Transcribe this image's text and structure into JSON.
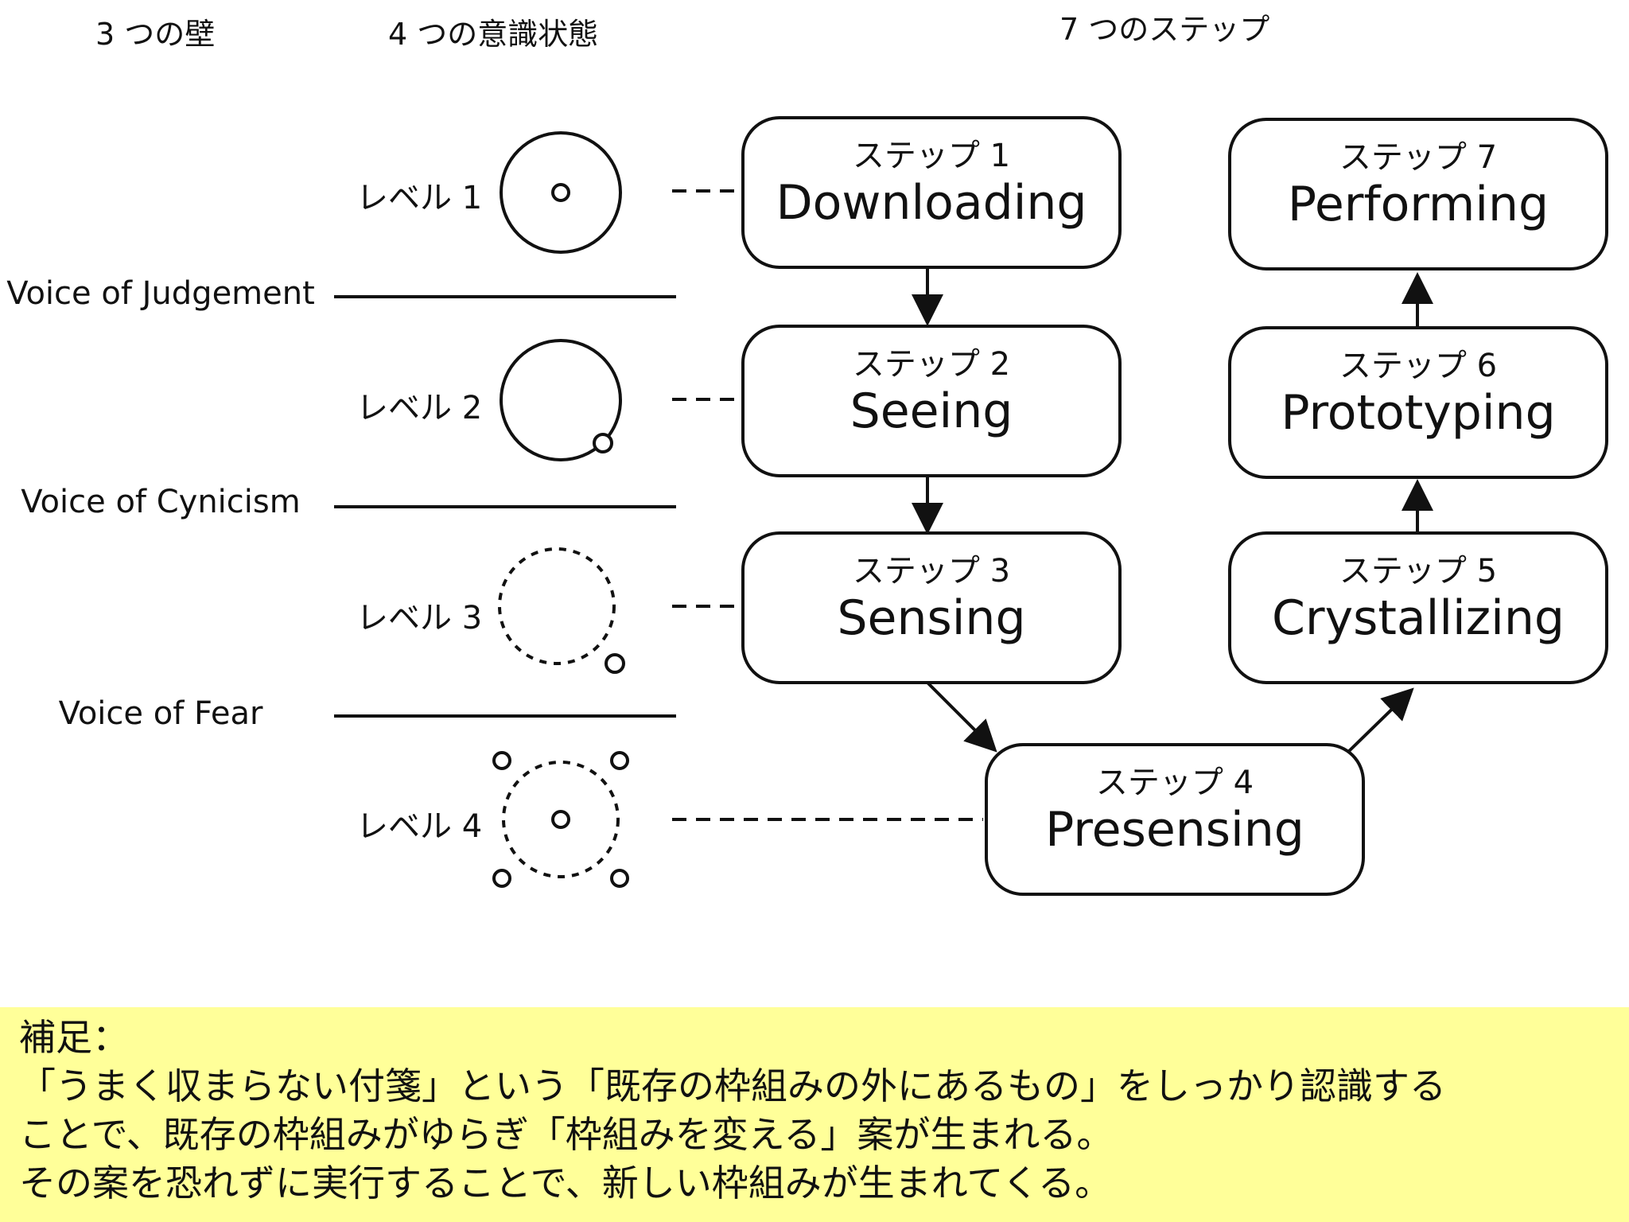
{
  "headers": {
    "walls": "3 つの壁",
    "states": "4 つの意識状態",
    "steps": "7 つのステップ"
  },
  "levels": [
    "レベル 1",
    "レベル 2",
    "レベル 3",
    "レベル 4"
  ],
  "voices": [
    "Voice of Judgement",
    "Voice of Cynicism",
    "Voice of Fear"
  ],
  "steps": [
    {
      "step": "ステップ 1",
      "name": "Downloading"
    },
    {
      "step": "ステップ 2",
      "name": "Seeing"
    },
    {
      "step": "ステップ 3",
      "name": "Sensing"
    },
    {
      "step": "ステップ 4",
      "name": "Presensing"
    },
    {
      "step": "ステップ 5",
      "name": "Crystallizing"
    },
    {
      "step": "ステップ 6",
      "name": "Prototyping"
    },
    {
      "step": "ステップ 7",
      "name": "Performing"
    }
  ],
  "note": {
    "title": "補足：",
    "lines": [
      "「うまく収まらない付箋」という「既存の枠組みの外にあるもの」をしっかり認識する",
      "ことで、既存の枠組みがゆらぎ「枠組みを変える」案が生まれる。",
      "その案を恐れずに実行することで、新しい枠組みが生まれてくる。"
    ]
  },
  "colors": {
    "note_background": "#ffff99",
    "stroke": "#111111"
  }
}
